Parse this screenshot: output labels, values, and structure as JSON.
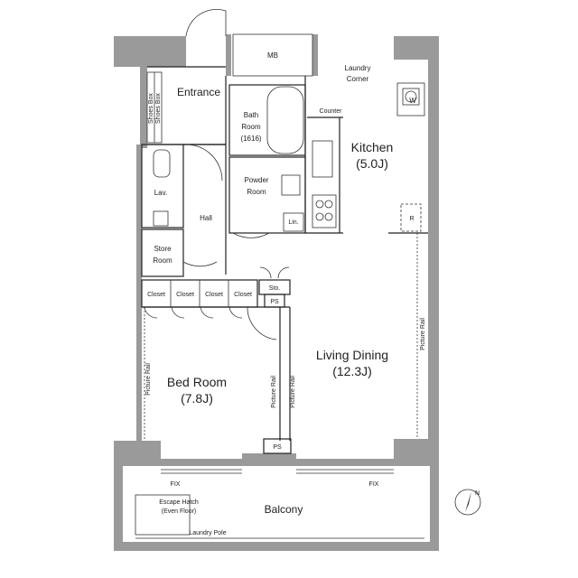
{
  "rooms": {
    "mb": "MB",
    "laundry_corner_1": "Laundry",
    "laundry_corner_2": "Corner",
    "washer": "W",
    "entrance": "Entrance",
    "shoes_box_1": "Shoes Box",
    "shoes_box_2": "Shoes Box",
    "bath_1": "Bath",
    "bath_2": "Room",
    "bath_3": "(1616)",
    "counter": "Counter",
    "kitchen_1": "Kitchen",
    "kitchen_2": "(5.0J)",
    "powder_1": "Powder",
    "powder_2": "Room",
    "lin": "Lin.",
    "lav": "Lav.",
    "hall": "Hall",
    "refrigerator": "R",
    "store_1": "Store",
    "store_2": "Room",
    "closet_1": "Closet",
    "closet_2": "Closet",
    "closet_3": "Closet",
    "closet_4": "Closet",
    "sto": "Sto.",
    "ps_top": "PS",
    "ps_bottom": "PS",
    "living_1": "Living Dining",
    "living_2": "(12.3J)",
    "bedroom_1": "Bed Room",
    "bedroom_2": "(7.8J)",
    "picture_rail_right": "Picture Rail",
    "picture_rail_bed": "Picture Rail",
    "picture_rail_mid_1": "Picture Rail",
    "picture_rail_mid_2": "Picture Rail",
    "fix_left": "FIX",
    "fix_right": "FIX",
    "escape_1": "Escape Hatch",
    "escape_2": "(Even Floor)",
    "balcony": "Balcony",
    "laundry_pole": "Laundry Pole",
    "north": "N"
  },
  "colors": {
    "wall": "#9a9a9a",
    "line": "#222222"
  }
}
